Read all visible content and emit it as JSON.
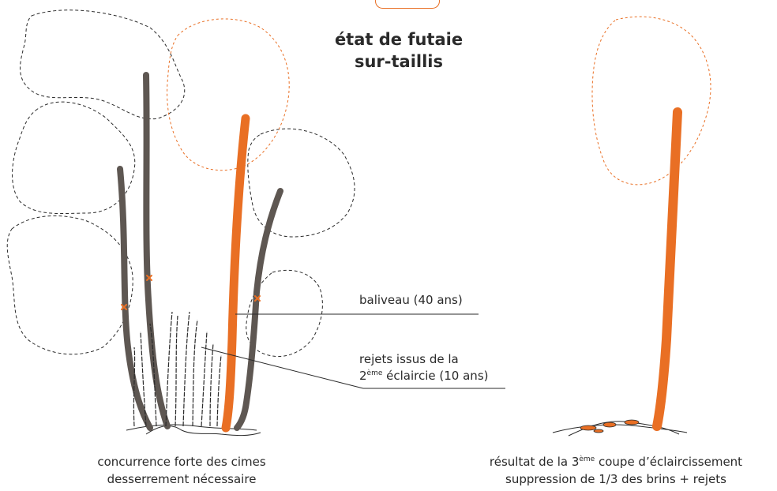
{
  "title": {
    "line1": "état de futaie",
    "line2": "sur-taillis"
  },
  "labels": {
    "baliveau": "baliveau (40 ans)",
    "rejets_line1": "rejets issus de la",
    "rejets_line2_sup": "ème",
    "rejets_line2_prefix": "2",
    "rejets_line2_rest": " éclaircie (10 ans)"
  },
  "captions": {
    "left_line1": "concurrence forte des cimes",
    "left_line2": "desserrement nécessaire",
    "right_line1_prefix": "résultat de la 3",
    "right_line1_sup": "ème",
    "right_line1_rest": " coupe d’éclaircissement",
    "right_line2": "suppression de 1/3 des brins + rejets"
  },
  "colors": {
    "orange": "#e96f24",
    "trunk_dark": "#5e5752",
    "outline": "#2a2a2a"
  }
}
